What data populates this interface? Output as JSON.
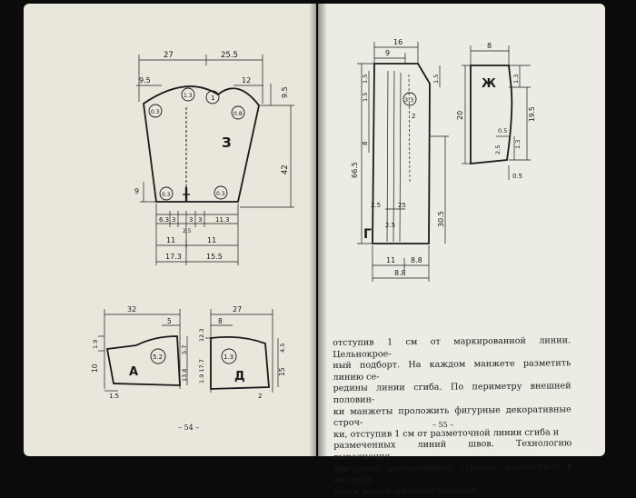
{
  "left_page": {
    "folio": "– 54 –",
    "pattern_3": {
      "letter": "З",
      "dims": {
        "top_left": "27",
        "top_right": "25.5",
        "shoulder_left": "9.5",
        "shoulder_right": "12",
        "right_top": "9.5",
        "right_height": "42",
        "left_low": "9",
        "mark_center": "1.3",
        "mark_circle": "1",
        "mark_tl": "0.3",
        "mark_tr": "0.8",
        "mark_bl": "0.3",
        "mark_br": "0.3",
        "seg_1": "6.3",
        "seg_2": "3",
        "seg_3": "3",
        "seg_4": "3",
        "seg_5": "11.3",
        "seg_small": "2.5",
        "half_left": "11",
        "half_right": "11",
        "total_left": "17.3",
        "total_right": "15.5"
      }
    },
    "pattern_A": {
      "letter": "А",
      "dims": {
        "top": "32",
        "top_small": "5",
        "left_top": "1.9",
        "left_bottom": "10",
        "mark": "5.2",
        "right_top": "5.7",
        "right_bottom": "13.8",
        "bottom": "1.5"
      }
    },
    "pattern_D": {
      "letter": "Д",
      "dims": {
        "top": "27",
        "top_small": "8",
        "left_top": "12.3",
        "left_bottom": "1.9 17.7",
        "mark": "1.3",
        "right_top": "4.5",
        "right_bottom": "15",
        "bottom": "2"
      }
    }
  },
  "right_page": {
    "folio": "– 55 –",
    "pattern_G": {
      "letter": "Г",
      "dims": {
        "top_outer": "16",
        "top_inner": "9",
        "left_a": "1.5",
        "left_b": "1.5",
        "left_c": "8",
        "left_height": "66.5",
        "right_top": "1.5",
        "mark": "3.3",
        "mark_2": "2",
        "inner_a": "25",
        "inner_b": "2.5",
        "inner_c": "2.5",
        "right_height": "30.5",
        "bottom_left": "11",
        "bottom_right": "8.8",
        "bottom_total": "8.8"
      }
    },
    "pattern_Zh": {
      "letter": "Ж",
      "dims": {
        "top": "8",
        "left": "20",
        "right_top": "1.3",
        "right_height": "19.5",
        "inner_a": "0.5",
        "inner_b": "1.3",
        "inner_c": "2.5",
        "bottom": "0.5"
      }
    },
    "body_lines": [
      "отступив 1 см от маркированной линии. Цельнокрое-",
      "ный подборт. На каждом манжете разметить линию се-",
      "редины линии сгиба. По периметру внешней половин-",
      "ки манжеты проложить фигурные декоративные строч-",
      "ки, отступив 1 см от разметочной линии сгиба и",
      "размеченных линий швов. Технологию выполнения",
      "фигурных декоративных строчек посмотрите в инструк-",
      "ции к вашей швейной машине."
    ]
  }
}
